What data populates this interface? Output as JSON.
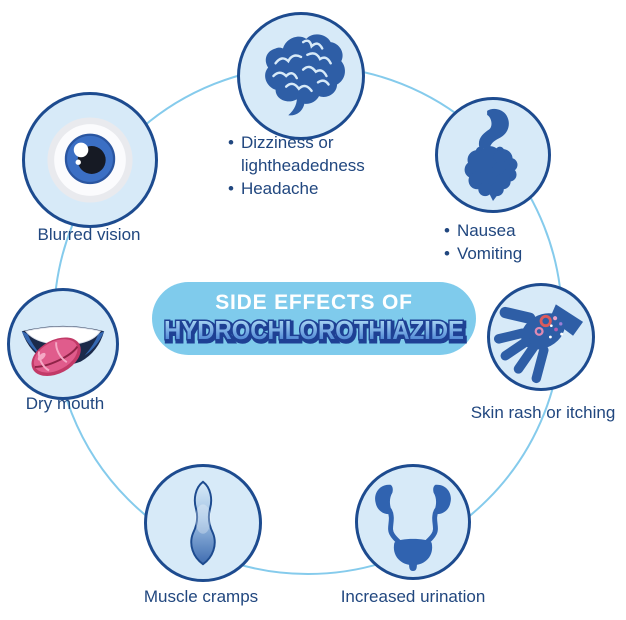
{
  "badge": {
    "line1": "SIDE EFFECTS OF",
    "line2": "HYDROCHLOROTHIAZIDE"
  },
  "bullet": "•",
  "effects": {
    "brain": {
      "icon": "brain-icon",
      "bullets": [
        "Dizziness or lightheadedness",
        "Headache"
      ]
    },
    "eye": {
      "icon": "eye-icon",
      "label": "Blurred vision"
    },
    "digestive": {
      "icon": "stomach-intestines-icon",
      "bullets": [
        "Nausea",
        "Vomiting"
      ]
    },
    "mouth": {
      "icon": "mouth-tongue-icon",
      "label": "Dry mouth"
    },
    "hand": {
      "icon": "hand-rash-icon",
      "label": "Skin rash or itching"
    },
    "muscle": {
      "icon": "muscle-icon",
      "label": "Muscle cramps"
    },
    "urinary": {
      "icon": "kidneys-bladder-icon",
      "label": "Increased urination"
    }
  },
  "colors": {
    "background": "#ffffff",
    "ring": "#85cbec",
    "bubble_fill": "#d7eaf8",
    "bubble_border": "#1d4b8f",
    "icon_blue": "#2e5ea6",
    "label_text": "#21477f",
    "badge_background": "#7fcbec",
    "badge_line1_text": "#ffffff",
    "badge_line2_fill_top": "#bce6f8",
    "badge_line2_fill_bottom": "#3a74cc",
    "badge_line2_outline": "#1e4094",
    "tongue_pink": "#e05c8c",
    "rash_red": "#dd5b5b"
  }
}
